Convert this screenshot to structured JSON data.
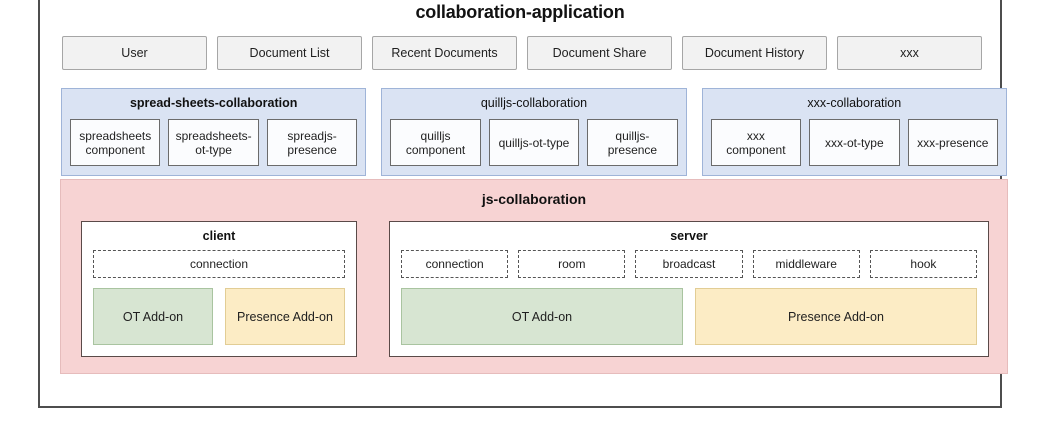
{
  "diagram": {
    "title": "collaboration-application",
    "colors": {
      "frame_border": "#4d4d4d",
      "app_module_fill": "#f2f2f2",
      "app_module_border": "#a6a6a6",
      "collaboration_fill": "#dae3f3",
      "collaboration_border": "#9fb4d8",
      "js_collaboration_fill": "#f7d3d3",
      "tier_border": "#5a4a48",
      "ot_addon_fill": "#d7e5d2",
      "presence_addon_fill": "#fcecc5"
    }
  },
  "app_modules": [
    {
      "label": "User"
    },
    {
      "label": "Document List"
    },
    {
      "label": "Recent Documents"
    },
    {
      "label": "Document Share"
    },
    {
      "label": "Document History"
    },
    {
      "label": "xxx"
    }
  ],
  "collaboration_panels": [
    {
      "title": "spread-sheets-collaboration",
      "children": [
        {
          "label": "spreadsheets\ncomponent"
        },
        {
          "label": "spreadsheets-\not-type"
        },
        {
          "label": "spreadjs-\npresence"
        }
      ]
    },
    {
      "title": "quilljs-collaboration",
      "children": [
        {
          "label": "quilljs\ncomponent"
        },
        {
          "label": "quilljs-ot-type"
        },
        {
          "label": "quilljs-\npresence"
        }
      ]
    },
    {
      "title": "xxx-collaboration",
      "children": [
        {
          "label": "xxx\ncomponent"
        },
        {
          "label": "xxx-ot-type"
        },
        {
          "label": "xxx-presence"
        }
      ]
    }
  ],
  "js_collaboration": {
    "title": "js-collaboration",
    "client": {
      "title": "client",
      "modules": [
        {
          "label": "connection"
        }
      ],
      "addons": [
        {
          "label": "OT Add-on"
        },
        {
          "label": "Presence Add-on"
        }
      ]
    },
    "server": {
      "title": "server",
      "modules": [
        {
          "label": "connection"
        },
        {
          "label": "room"
        },
        {
          "label": "broadcast"
        },
        {
          "label": "middleware"
        },
        {
          "label": "hook"
        }
      ],
      "addons": [
        {
          "label": "OT Add-on"
        },
        {
          "label": "Presence Add-on"
        }
      ]
    }
  }
}
